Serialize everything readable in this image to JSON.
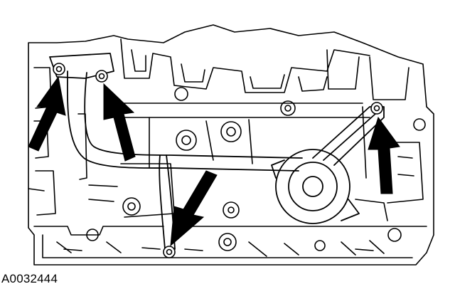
{
  "figure": {
    "id_label": "A0032444"
  },
  "callouts": [
    {
      "name": "bolt-arrow-upper-left",
      "direction": "up"
    },
    {
      "name": "bolt-arrow-upper-middle",
      "direction": "up"
    },
    {
      "name": "bolt-arrow-lower-center",
      "direction": "down"
    },
    {
      "name": "bolt-arrow-right",
      "direction": "up"
    }
  ],
  "colors": {
    "line": "#000000",
    "background": "#ffffff",
    "arrow_fill": "#000000"
  }
}
